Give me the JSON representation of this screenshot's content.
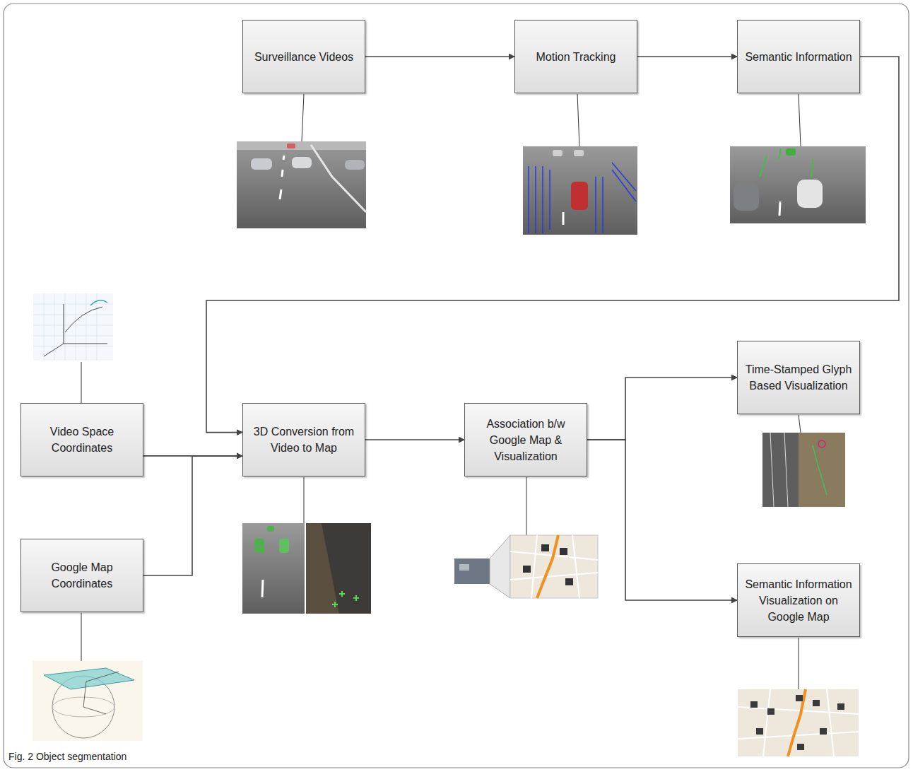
{
  "diagram": {
    "caption": "Fig. 2 Object segmentation",
    "nodes": [
      {
        "text": [
          "Surveillance Videos"
        ]
      },
      {
        "text": [
          "Motion Tracking"
        ]
      },
      {
        "text": [
          "Semantic Information"
        ]
      },
      {
        "text": [
          "Video Space Coordinates"
        ]
      },
      {
        "text": [
          "3D Conversion from Video to Map"
        ]
      },
      {
        "text": [
          "Association b/w Google Map & Visualization"
        ]
      },
      {
        "text": [
          "Time-Stamped Glyph Based Visualization"
        ]
      },
      {
        "text": [
          "Google Map Coordinates"
        ]
      },
      {
        "text": [
          "Semantic Information Visualization on Google Map"
        ]
      }
    ],
    "edges": [
      {
        "from": 0,
        "to": 1,
        "arrow": "to"
      },
      {
        "from": 1,
        "to": 2,
        "arrow": "to"
      },
      {
        "from": 2,
        "to": 4,
        "arrow": "to"
      },
      {
        "from": 3,
        "to": 4,
        "arrow": "to"
      },
      {
        "from": 7,
        "to": 4,
        "arrow": "to"
      },
      {
        "from": 4,
        "to": 5,
        "arrow": "to"
      },
      {
        "from": 5,
        "to": 6,
        "arrow": "to"
      },
      {
        "from": 5,
        "to": 8,
        "arrow": "to"
      }
    ]
  }
}
